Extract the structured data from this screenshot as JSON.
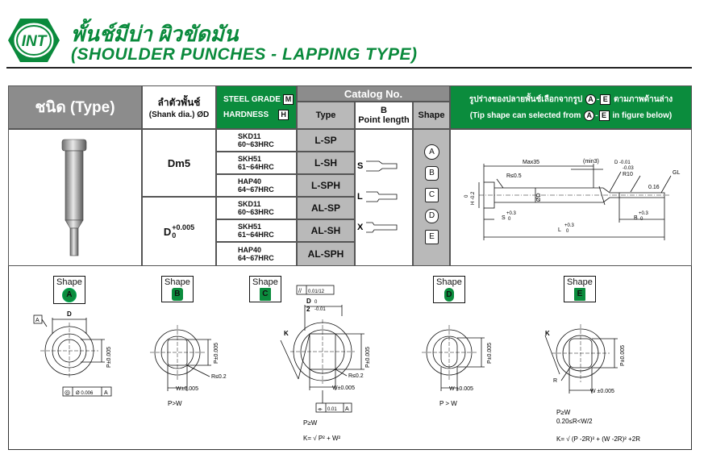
{
  "logo": {
    "text": "INT",
    "color": "#0a8a3c"
  },
  "title": {
    "thai": "พั้นช์มีบ่า ผิวขัดมัน",
    "english": "(SHOULDER PUNCHES - LAPPING TYPE)"
  },
  "colors": {
    "brand_green": "#0b8c3d",
    "header_grey": "#8c8c8c",
    "cell_grey": "#b9b9b9"
  },
  "table": {
    "type_header": "ชนิด (Type)",
    "shank_header_th": "ลำตัวพั้นช์",
    "shank_header_en": "(Shank dia.) ØD",
    "steel_grade": "STEEL GRADE",
    "steel_grade_key": "M",
    "hardness": "HARDNESS",
    "hardness_key": "H",
    "catalog_no": "Catalog No.",
    "col_type": "Type",
    "col_b": "B",
    "col_b_sub": "Point length",
    "col_shape": "Shape",
    "tip_note_th": "รูปร่างของปลายพั้นช์เลือกจากรูป",
    "tip_note_th2": "ตามภาพด้านล่าง",
    "tip_note_en": "(Tip shape can selected from",
    "tip_note_en2": "in figure below)",
    "tip_from": "A",
    "tip_to": "E",
    "group1_dia": "Dm5",
    "group2_dia": "D",
    "group2_tol": "+0.005",
    "group2_tol0": "0",
    "rows": [
      {
        "steel": "SKD11",
        "hrc": "60~63HRC",
        "type": "L-SP"
      },
      {
        "steel": "SKH51",
        "hrc": "61~64HRC",
        "type": "L-SH"
      },
      {
        "steel": "HAP40",
        "hrc": "64~67HRC",
        "type": "L-SPH"
      },
      {
        "steel": "SKD11",
        "hrc": "60~63HRC",
        "type": "AL-SP"
      },
      {
        "steel": "SKH51",
        "hrc": "61~64HRC",
        "type": "AL-SH"
      },
      {
        "steel": "HAP40",
        "hrc": "64~67HRC",
        "type": "AL-SPH"
      }
    ],
    "point_lengths": [
      "S",
      "L",
      "X"
    ],
    "shapes": [
      "A",
      "B",
      "C",
      "D",
      "E"
    ]
  },
  "drawing": {
    "max35": "Max35",
    "min3": "(min3)",
    "d_tol1": "D -0.01",
    "d_tol2": "-0.03",
    "r10": "R10",
    "gl": "GL",
    "r05": "R≤0.5",
    "h": "H -0.2",
    "h0": "0",
    "od": "ØD",
    "v016": "0.16",
    "s": "S",
    "s_tol": "+0.3",
    "s_tol0": "0",
    "b": "B",
    "b_tol": "+0.3",
    "b_tol0": "0",
    "l": "L",
    "l_tol": "+0.3",
    "l_tol0": "0"
  },
  "shape_details": {
    "shape_word": "Shape",
    "A": {
      "letter": "A",
      "d": "D",
      "p": "P±0.005",
      "datum": "A",
      "concentricity": "◎",
      "conc_val": "Ø 0.006",
      "conc_ref": "A"
    },
    "B": {
      "letter": "B",
      "p": "P±0.005",
      "r": "R≤0.2",
      "w": "W±0.005",
      "cond": "P>W"
    },
    "C": {
      "letter": "C",
      "parallel": "//",
      "par_val": "0.01/12",
      "d_frac": "D",
      "d_den": "2",
      "d_tol0": "0",
      "d_tol": "-0.01",
      "k": "K",
      "p": "P±0.005",
      "r": "R≤0.2",
      "w": "W±0.005",
      "sym": "⌯",
      "sym_val": "0.01",
      "sym_ref": "A",
      "cond": "P≥W",
      "formula": "K= √ P² + W²"
    },
    "D": {
      "letter": "D",
      "p": "P±0.005",
      "w": "W ±0.005",
      "cond": "P > W"
    },
    "E": {
      "letter": "E",
      "k": "K",
      "p": "P±0.005",
      "r": "R",
      "w": "W ±0.005",
      "cond": "P≥W",
      "cond2": "0.20≤R<W/2",
      "formula": "K= √ (P -2R)² + (W -2R)² +2R"
    }
  }
}
